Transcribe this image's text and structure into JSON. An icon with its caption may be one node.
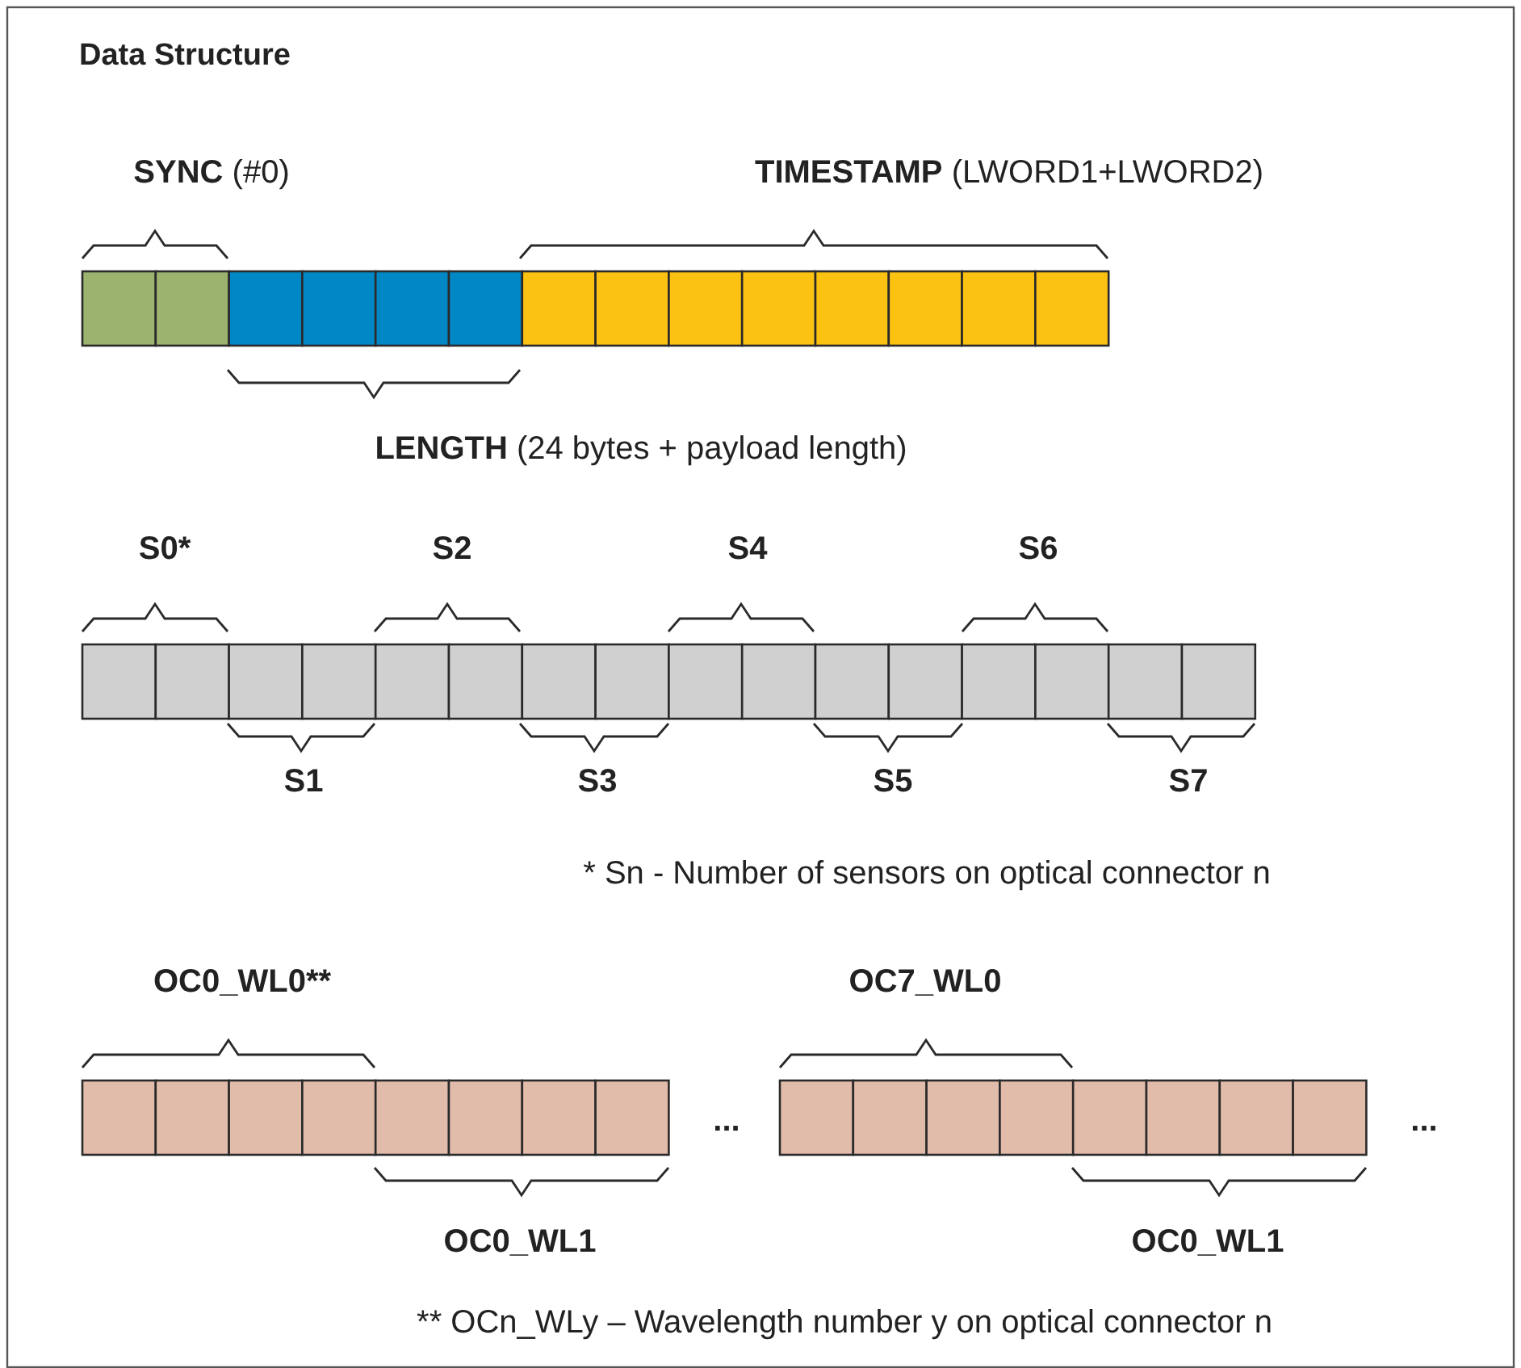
{
  "diagram": {
    "title": "Data Structure",
    "labels": [
      "**SYNC** (#0)",
      "**TIMESTAMP** (LWORD1+LWORD2)",
      "**LENGTH** (24 bytes + payload length)",
      "S0*",
      "S2",
      "S4",
      "S6",
      "S1",
      "S3",
      "S5",
      "S7",
      "* Sn - Number of sensors on optical connector n",
      "OC0_WL0**",
      "OC7_WL0",
      "...",
      "...",
      "OC0_WL1",
      "OC0_WL1",
      "** OCn_WLy – Wavelength number y on optical connector n"
    ]
  }
}
